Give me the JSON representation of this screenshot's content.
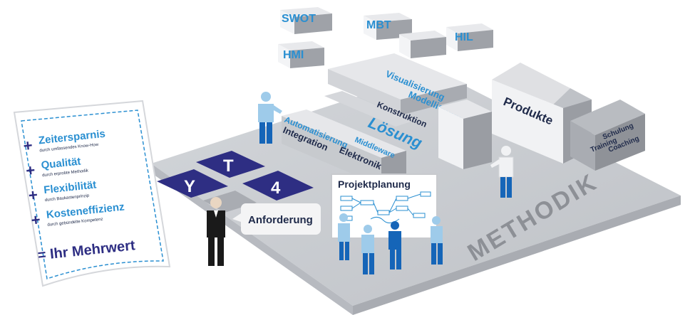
{
  "colors": {
    "platform_top": "#c9ccd1",
    "platform_side": "#a9acb2",
    "block_top": "#e6e7ea",
    "block_front": "#c2c5ca",
    "block_side": "#9a9da3",
    "accent_blue": "#2a8fd1",
    "navy": "#2e2e83",
    "dark_text": "#1f2a4a",
    "person_shirt": "#9ecbea",
    "person_pants": "#1565b8"
  },
  "cubes": {
    "swot": "SWOT",
    "mbt": "MBT",
    "hil": "HIL",
    "hmi": "HMI"
  },
  "solution": {
    "visualisierung": "Visualisierung",
    "modellierung": "Modellierung",
    "konstruktion": "Konstruktion",
    "loesung": "Lösung",
    "automatisierung": "Automatisierung",
    "integration": "Integration",
    "middleware": "Middleware",
    "elektronik": "Elektronik"
  },
  "products": {
    "produkte": "Produkte",
    "schulung": "Schulung",
    "training": "Training",
    "coaching": "Coaching"
  },
  "tiles": {
    "t": "T",
    "y": "Y",
    "four": "4"
  },
  "anforderung": "Anforderung",
  "projektplanung": "Projektplanung",
  "methodik": "METHODIK",
  "paper": {
    "items": [
      {
        "title": "Zeitersparnis",
        "sub": "durch umfassendes Know-How"
      },
      {
        "title": "Qualität",
        "sub": "durch erprobte Methodik"
      },
      {
        "title": "Flexibilität",
        "sub": "durch Baukastenprinzip"
      },
      {
        "title": "Kosteneffizienz",
        "sub": "durch gebündelte Kompetenz"
      }
    ],
    "plus": "+",
    "result": "= Ihr Mehrwert"
  }
}
